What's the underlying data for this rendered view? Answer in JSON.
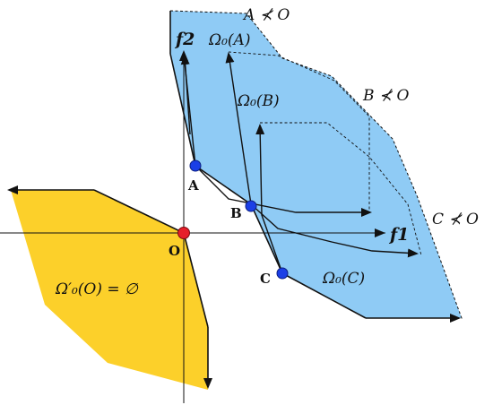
{
  "colors": {
    "blue_region": "#8fcbf5",
    "yellow_region": "#fcd02a",
    "point_blue": "#1b3fe6",
    "point_red": "#e61e2a",
    "line": "#111111"
  },
  "axes": {
    "f1_label": "f1",
    "f2_label": "f2"
  },
  "points": {
    "A": "A",
    "B": "B",
    "C": "C",
    "O": "O"
  },
  "labels": {
    "omega_A": "Ω₀(A)",
    "omega_B": "Ω₀(B)",
    "omega_C": "Ω₀(C)",
    "omega_O": "Ω′₀(O) = ∅",
    "A_not_dominated": "A ⊀ O",
    "B_not_dominated": "B ⊀ O",
    "C_not_dominated": "C ⊀ O"
  }
}
